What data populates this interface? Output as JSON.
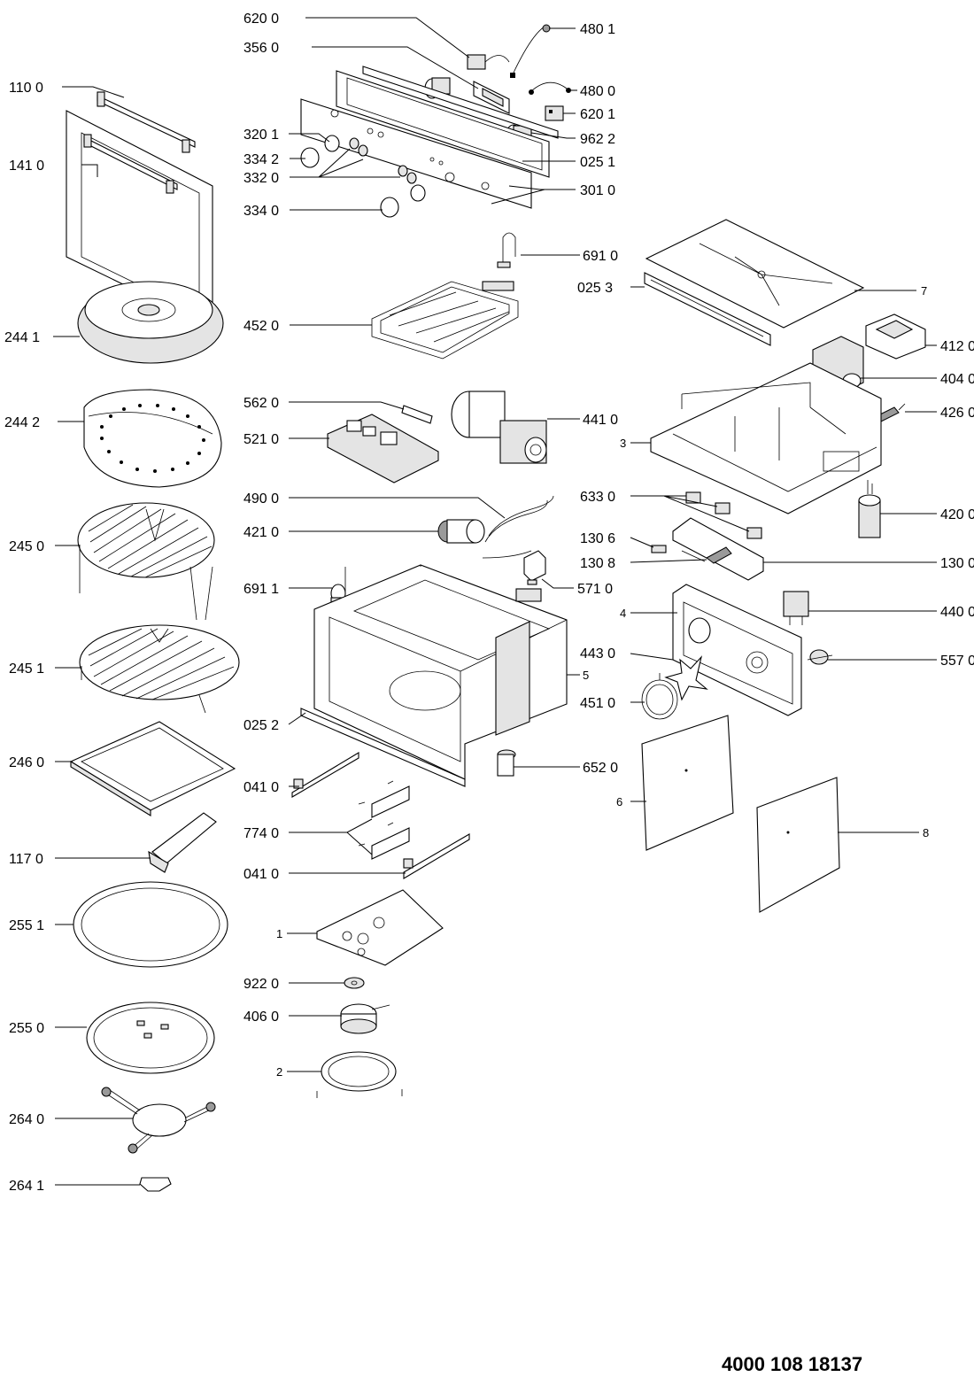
{
  "document_number": "4000 108 18137",
  "labels": {
    "l_620_0_top": "620 0",
    "l_356_0": "356 0",
    "l_110_0": "110 0",
    "l_141_0": "141 0",
    "l_320_1": "320 1",
    "l_334_2": "334 2",
    "l_332_0": "332 0",
    "l_334_0": "334 0",
    "l_480_1": "480 1",
    "l_480_0": "480 0",
    "l_620_1": "620 1",
    "l_962_2": "962 2",
    "l_025_1": "025 1",
    "l_301_0": "301 0",
    "l_691_0": "691 0",
    "l_025_3": "025 3",
    "l_7": "7",
    "l_244_1": "244 1",
    "l_452_0": "452 0",
    "l_412_0": "412 0",
    "l_404_0": "404 0",
    "l_244_2": "244 2",
    "l_562_0": "562 0",
    "l_441_0": "441 0",
    "l_426_0": "426 0",
    "l_521_0": "521 0",
    "l_3": "3",
    "l_490_0": "490 0",
    "l_633_0": "633 0",
    "l_245_0": "245 0",
    "l_421_0": "421 0",
    "l_420_0": "420 0",
    "l_130_6": "130 6",
    "l_130_8": "130 8",
    "l_130_0": "130 0",
    "l_691_1": "691 1",
    "l_571_0": "571 0",
    "l_4": "4",
    "l_440_0": "440 0",
    "l_443_0": "443 0",
    "l_557_0": "557 0",
    "l_245_1": "245 1",
    "l_5": "5",
    "l_451_0": "451 0",
    "l_025_2": "025 2",
    "l_246_0": "246 0",
    "l_652_0": "652 0",
    "l_041_0_a": "041 0",
    "l_6": "6",
    "l_774_0": "774 0",
    "l_8": "8",
    "l_117_0": "117 0",
    "l_041_0_b": "041 0",
    "l_255_1": "255 1",
    "l_1": "1",
    "l_922_0": "922 0",
    "l_255_0": "255 0",
    "l_406_0": "406 0",
    "l_2": "2",
    "l_264_0": "264 0",
    "l_264_1": "264 1"
  }
}
